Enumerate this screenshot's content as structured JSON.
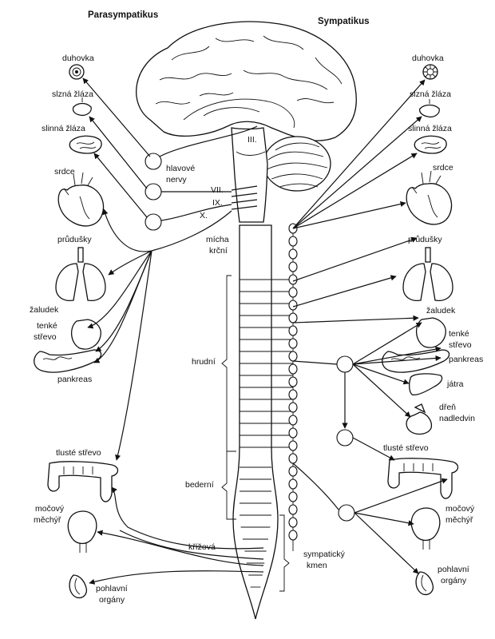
{
  "titles": {
    "left": "Parasympatikus",
    "right": "Sympatikus"
  },
  "left": {
    "iris": "duhovka",
    "tear_gland": "slzná žláza",
    "salivary_gland": "slinná žláza",
    "heart": "srdce",
    "bronchi": "průdušky",
    "stomach": "žaludek",
    "small_intestine_1": "tenké",
    "small_intestine_2": "střevo",
    "pancreas": "pankreas",
    "colon": "tlusté střevo",
    "bladder_1": "močový",
    "bladder_2": "měchýř",
    "genitals_1": "pohlavní",
    "genitals_2": "orgány"
  },
  "right": {
    "iris": "duhovka",
    "tear_gland": "slzná žláza",
    "salivary_gland": "slinná žláza",
    "heart": "srdce",
    "bronchi": "průdušky",
    "stomach": "žaludek",
    "small_intestine_1": "tenké",
    "small_intestine_2": "střevo",
    "pancreas": "pankreas",
    "liver": "játra",
    "adrenal_1": "dřeň",
    "adrenal_2": "nadledvin",
    "colon": "tlusté střevo",
    "bladder_1": "močový",
    "bladder_2": "měchýř",
    "genitals_1": "pohlavní",
    "genitals_2": "orgány"
  },
  "center": {
    "cranial_1": "hlavové",
    "cranial_2": "nervy",
    "nerve_iii": "III.",
    "nerve_vii": "VII.",
    "nerve_ix": "IX.",
    "nerve_x": "X.",
    "cervical_1": "mícha",
    "cervical_2": "krční",
    "thoracic": "hrudní",
    "lumbar": "bederní",
    "sacral": "křížová",
    "trunk_1": "sympatický",
    "trunk_2": "kmen"
  }
}
